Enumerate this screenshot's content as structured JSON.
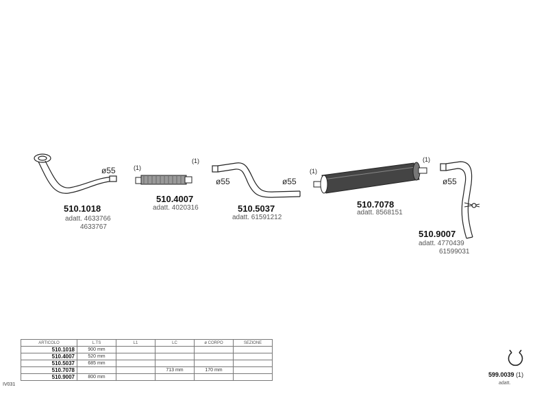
{
  "parts": [
    {
      "code": "510.1018",
      "adatt": [
        "adatt. 4633766",
        "4633767"
      ],
      "diameter": "ø55"
    },
    {
      "code": "510.4007",
      "adatt": [
        "adatt. 4020316"
      ],
      "mark_left": "(1)",
      "mark_right": "(1)"
    },
    {
      "code": "510.5037",
      "adatt": [
        "adatt. 61591212"
      ],
      "diameter_left": "ø55",
      "diameter_right": "ø55"
    },
    {
      "code": "510.7078",
      "adatt": [
        "adatt. 8568151"
      ],
      "mark_left": "(1)",
      "mark_right": "(1)"
    },
    {
      "code": "510.9007",
      "adatt": [
        "adatt. 4770439",
        "61599031"
      ],
      "diameter": "ø55"
    }
  ],
  "table": {
    "headers": [
      "ARTICOLO",
      "L.TS",
      "L1",
      "LC",
      "ø CORPO",
      "SEZIONE"
    ],
    "rows": [
      [
        "510.1018",
        "900 mm",
        "",
        "",
        "",
        ""
      ],
      [
        "510.4007",
        "520 mm",
        "",
        "",
        "",
        ""
      ],
      [
        "510.5037",
        "685 mm",
        "",
        "",
        "",
        ""
      ],
      [
        "510.7078",
        "",
        "",
        "713 mm",
        "170 mm",
        ""
      ],
      [
        "510.9007",
        "800 mm",
        "",
        "",
        "",
        ""
      ]
    ],
    "row_prefix": "IV031"
  },
  "clip": {
    "code": "599.0039",
    "mark": "(1)",
    "adatt": "adatt."
  }
}
